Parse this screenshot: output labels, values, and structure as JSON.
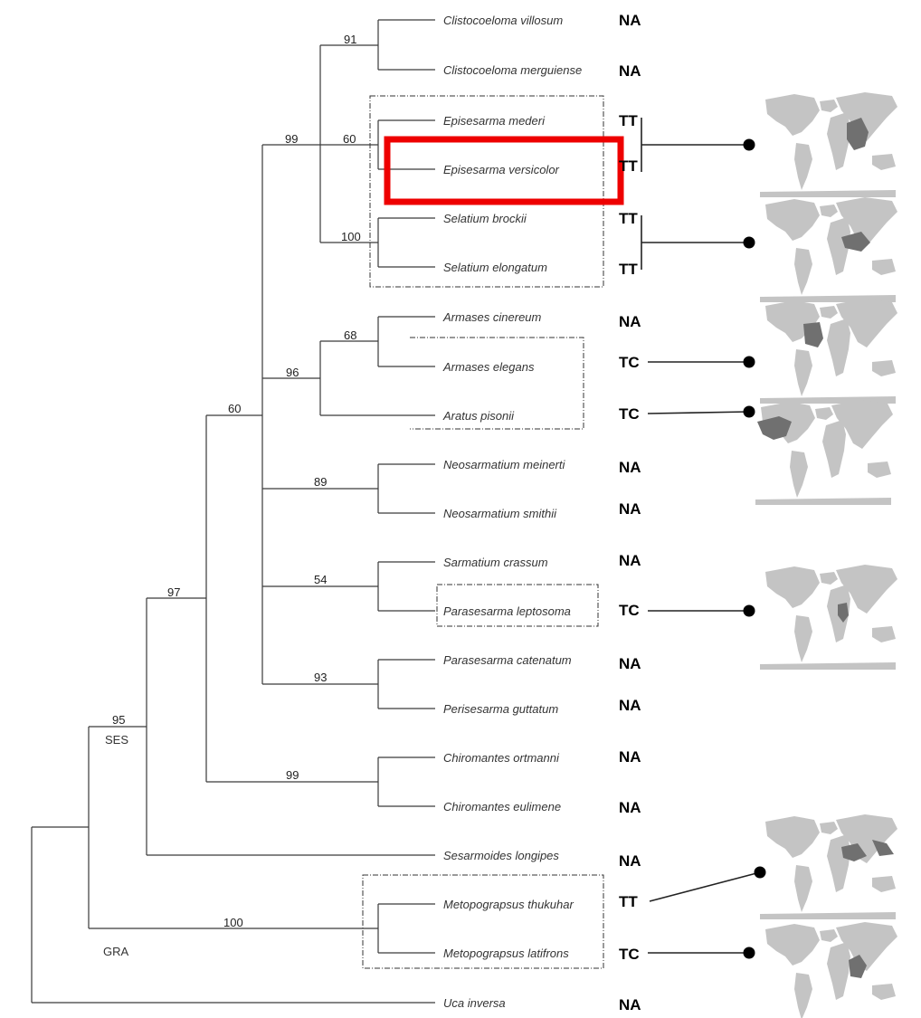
{
  "taxa": [
    {
      "name": "Clistocoeloma villosum",
      "status": "NA"
    },
    {
      "name": "Clistocoeloma merguiense",
      "status": "NA"
    },
    {
      "name": "Episesarma mederi",
      "status": "TT"
    },
    {
      "name": "Episesarma versicolor",
      "status": "TT"
    },
    {
      "name": "Selatium brockii",
      "status": "TT"
    },
    {
      "name": "Selatium elongatum",
      "status": "TT"
    },
    {
      "name": "Armases cinereum",
      "status": "NA"
    },
    {
      "name": "Armases elegans",
      "status": "TC"
    },
    {
      "name": "Aratus pisonii",
      "status": "TC"
    },
    {
      "name": "Neosarmatium meinerti",
      "status": "NA"
    },
    {
      "name": "Neosarmatium smithii",
      "status": "NA"
    },
    {
      "name": "Sarmatium crassum",
      "status": "NA"
    },
    {
      "name": "Parasesarma leptosoma",
      "status": "TC"
    },
    {
      "name": "Parasesarma catenatum",
      "status": "NA"
    },
    {
      "name": "Perisesarma guttatum",
      "status": "NA"
    },
    {
      "name": "Chiromantes ortmanni",
      "status": "NA"
    },
    {
      "name": "Chiromantes eulimene",
      "status": "NA"
    },
    {
      "name": "Sesarmoides longipes",
      "status": "NA"
    },
    {
      "name": "Metopograpsus thukuhar",
      "status": "TT"
    },
    {
      "name": "Metopograpsus latifrons",
      "status": "TC"
    },
    {
      "name": "Uca inversa",
      "status": "NA"
    }
  ],
  "supports": {
    "clistocoeloma": "91",
    "episesarma_group": "99",
    "episesarma": "60",
    "selatium": "100",
    "armases": "68",
    "armases_aratus": "96",
    "sesarmidae_core": "60",
    "neosarmatium": "89",
    "sarmatium_parasesarma": "54",
    "parasesarma_perisesarma": "93",
    "chiromantes": "99",
    "sesarmoides_node": "97",
    "ses_node": "95",
    "metopograpsus": "100"
  },
  "clade_labels": {
    "ses": "SES",
    "gra": "GRA"
  },
  "maps": [
    {
      "id": "episesarma",
      "range": "Southeast Asia"
    },
    {
      "id": "selatium",
      "range": "Southeast Asia"
    },
    {
      "id": "armases-elegans",
      "range": "West Africa"
    },
    {
      "id": "aratus-pisonii",
      "range": "Tropical America"
    },
    {
      "id": "parasesarma-leptosoma",
      "range": "East Africa and Madagascar"
    },
    {
      "id": "metopograpsus-thukuhar",
      "range": "Indo-West Pacific"
    },
    {
      "id": "metopograpsus-latifrons",
      "range": "Southeast Asia"
    }
  ],
  "colors": {
    "highlight": "#ee0000",
    "map_land": "#c4c4c4",
    "map_range": "#707070"
  }
}
